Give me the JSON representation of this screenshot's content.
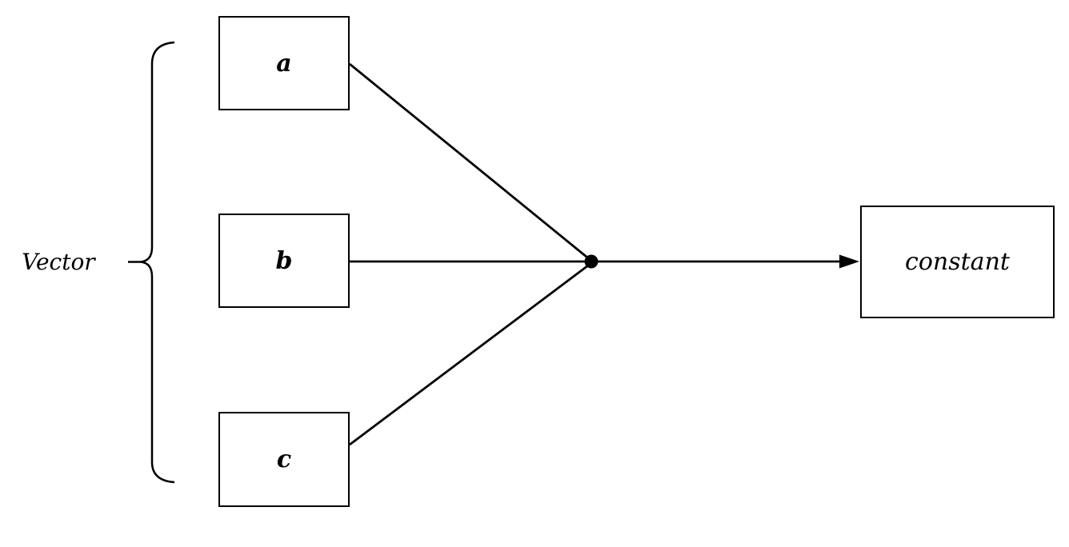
{
  "diagram": {
    "type": "flow",
    "group": {
      "label": "Vector",
      "members": [
        "a",
        "b",
        "c"
      ]
    },
    "nodes": [
      {
        "id": "a",
        "label": "a",
        "shape": "rectangle"
      },
      {
        "id": "b",
        "label": "b",
        "shape": "rectangle"
      },
      {
        "id": "c",
        "label": "c",
        "shape": "rectangle"
      },
      {
        "id": "constant",
        "label": "constant",
        "shape": "rectangle"
      }
    ],
    "junction": {
      "id": "junction",
      "shape": "filled-dot"
    },
    "edges": [
      {
        "from": "a",
        "to": "junction",
        "arrow": false
      },
      {
        "from": "b",
        "to": "junction",
        "arrow": false
      },
      {
        "from": "c",
        "to": "junction",
        "arrow": false
      },
      {
        "from": "junction",
        "to": "constant",
        "arrow": true
      }
    ],
    "colors": {
      "stroke": "#000000",
      "background": "#ffffff",
      "node_fill": "#ffffff"
    }
  }
}
